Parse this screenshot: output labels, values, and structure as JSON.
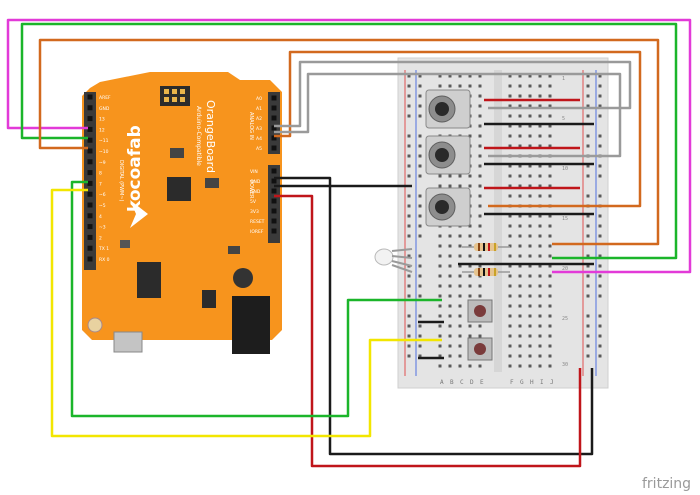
{
  "board": {
    "logo_text": "kocoafab",
    "name": "OrangeBoard",
    "subtitle": "Arduino-Compatible",
    "color": "#f7941d",
    "digital_label": "DIGITAL (PWM~)",
    "power_label": "POWER",
    "analog_label": "ANALOG IN",
    "pins_top": [
      "AREF",
      "GND",
      "13",
      "12",
      "~11",
      "~10",
      "~9",
      "8",
      "7",
      "~6",
      "~5",
      "4",
      "~3",
      "2",
      "TX 1",
      "RX 0"
    ],
    "pins_power": [
      "VIN",
      "GND",
      "GND",
      "5V",
      "3V3",
      "RESET",
      "IOREF"
    ],
    "pins_analog": [
      "A0",
      "A1",
      "A2",
      "A3",
      "A4",
      "A5"
    ]
  },
  "breadboard": {
    "column_letters_left": [
      "A",
      "B",
      "C",
      "D",
      "E"
    ],
    "column_letters_right": [
      "F",
      "G",
      "H",
      "I",
      "J"
    ],
    "row_numbers": [
      "1",
      "5",
      "10",
      "15",
      "20",
      "25",
      "30"
    ]
  },
  "components": {
    "potentiometers": 3,
    "buttons": 2,
    "resistors": 2,
    "rgb_led": 1
  },
  "wire_colors": {
    "magenta": "#e23ad8",
    "green": "#1bb52a",
    "orange": "#d2691e",
    "gray": "#9a9a9a",
    "black": "#1a1a1a",
    "red": "#c0151a",
    "yellow": "#f2e600"
  },
  "footer": {
    "brand": "fritzing"
  }
}
